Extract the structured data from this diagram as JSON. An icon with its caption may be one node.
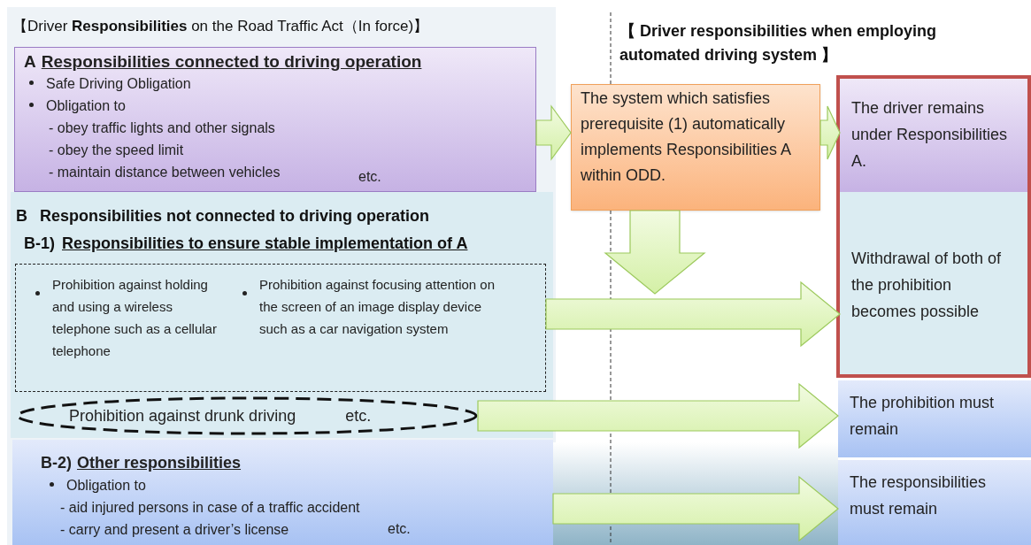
{
  "diagram": {
    "nodes": [
      {
        "text": [
          "A",
          "Responsibilities connected to driving operation",
          "Safe Driving Obligation",
          "Obligation to",
          "- obey traffic lights and other signals",
          "- obey the speed limit",
          "- maintain distance between vehicles",
          "etc."
        ]
      },
      {
        "text": [
          "B",
          "Responsibilities not connected to driving operation",
          "B-1)",
          "Responsibilities to ensure stable implementation of A"
        ]
      },
      {
        "text": [
          "Prohibition against holding and using a wireless telephone such as a cellular telephone",
          "Prohibition against focusing attention on the screen of an image display device such as a car navigation system"
        ],
        "in": 1
      },
      {
        "text": [
          "Prohibition against drunk driving",
          "etc."
        ],
        "in": 1
      },
      {
        "text": [
          "B-2)",
          "Other responsibilities",
          "Obligation to",
          "- aid injured persons in case of a traffic accident",
          "- carry and present a driver’s license",
          "etc."
        ]
      },
      {
        "text": [
          "The system which satisfies prerequisite (1) automatically implements Responsibilities A within ODD."
        ]
      },
      {
        "text": [
          "The driver remains under Responsibilities A."
        ]
      },
      {
        "text": [
          "Withdrawal of both of the prohibition becomes possible"
        ]
      },
      {
        "text": [
          "The prohibition must remain"
        ]
      },
      {
        "text": [
          "The responsibilities must remain"
        ]
      }
    ],
    "edges": [
      {
        "from": 0,
        "to": 5,
        "arrow": "to"
      },
      {
        "from": 5,
        "to": 6,
        "arrow": "to"
      },
      {
        "from": 5,
        "to": null,
        "arrow": "to"
      },
      {
        "from": 2,
        "to": 7,
        "arrow": "to"
      },
      {
        "from": 3,
        "to": 8,
        "arrow": "to"
      },
      {
        "from": 4,
        "to": 9,
        "arrow": "to"
      }
    ],
    "labels": [
      "【Driver **Responsibilities** on the Road Traffic Act（In force)】",
      "【 Driver responsibilities when employing automated driving system 】"
    ]
  }
}
